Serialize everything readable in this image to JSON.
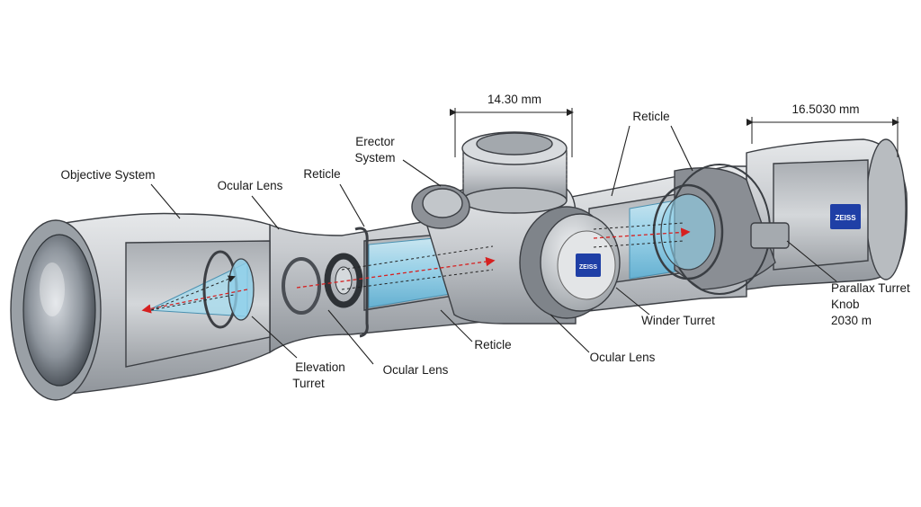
{
  "diagram": {
    "dimensions": {
      "top_center": "14.30 mm",
      "top_right": "16.5030 mm"
    },
    "labels": {
      "objective_system": "Objective System",
      "ocular_lens_top": "Ocular Lens",
      "reticle_top_left": "Reticle",
      "erector_system": [
        "Erector",
        "System"
      ],
      "reticle_top_right": "Reticle",
      "elevation_turret": [
        "Elevation",
        "Turret"
      ],
      "ocular_lens_bottom": "Ocular Lens",
      "reticle_bottom": "Reticle",
      "ocular_lens_bottom_right": "Ocular Lens",
      "winder_turret": "Winder Turret",
      "parallax_turret": [
        "Parallax Turret",
        "Knob",
        "2030 m"
      ]
    },
    "brand_logo": "ZEISS",
    "colors": {
      "body": "#c9cccf",
      "body_dark": "#8d9197",
      "glass": "#8fd0ea",
      "ray": "#d62020",
      "logo": "#1f3fa6"
    }
  }
}
